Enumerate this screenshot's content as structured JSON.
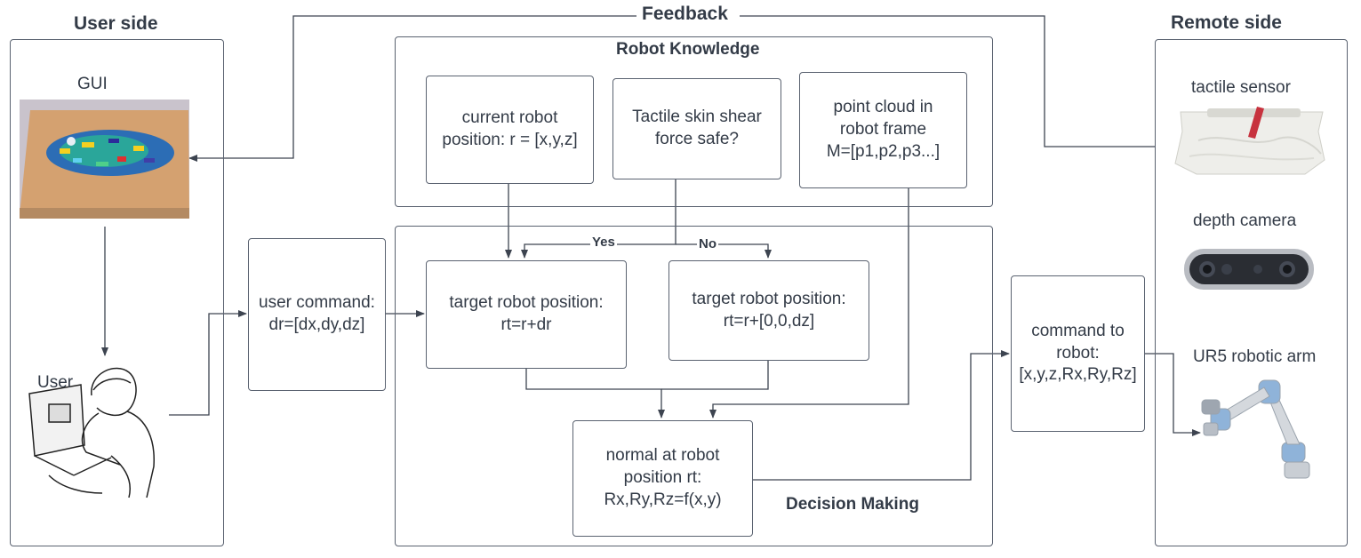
{
  "feedback_label": "Feedback",
  "user_side": {
    "title": "User side",
    "gui_label": "GUI",
    "user_label": "User"
  },
  "remote_side": {
    "title": "Remote side",
    "tactile_sensor_label": "tactile sensor",
    "depth_camera_label": "depth camera",
    "robot_arm_label": "UR5 robotic arm"
  },
  "robot_knowledge": {
    "title": "Robot Knowledge",
    "current_position": "current robot\nposition: r = [x,y,z]",
    "shear_force": "Tactile skin shear\nforce safe?",
    "point_cloud": "point cloud in\nrobot frame\nM=[p1,p2,p3...]"
  },
  "user_command": "user command:\ndr=[dx,dy,dz]",
  "decision_making": {
    "title": "Decision Making",
    "yes_label": "Yes",
    "no_label": "No",
    "target_yes": "target robot position:\nrt=r+dr",
    "target_no": "target robot position:\nrt=r+[0,0,dz]",
    "normal": "normal at robot\nposition rt:\nRx,Ry,Rz=f(x,y)"
  },
  "command_to_robot": "command to\nrobot:\n[x,y,z,Rx,Ry,Rz]",
  "colors": {
    "line": "#3d4450",
    "border": "#5a6270",
    "text": "#333b47",
    "arm_blue": "#8fb3d9"
  }
}
